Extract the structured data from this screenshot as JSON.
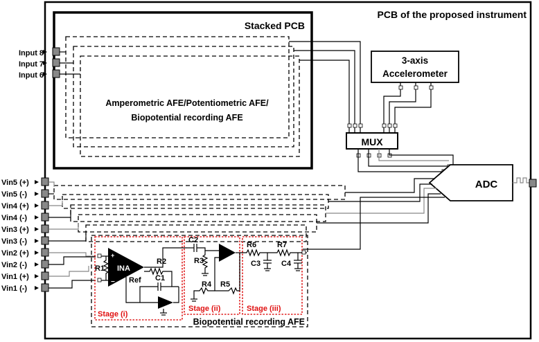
{
  "title": "PCB of the proposed instrument",
  "stacked_pcb": {
    "title": "Stacked PCB",
    "afe_lines": [
      "Amperometric AFE/Potentiometric AFE/",
      "Biopotential recording AFE"
    ]
  },
  "inputs": [
    "Input 8",
    "Input 7",
    "Input 6"
  ],
  "accelerometer": [
    "3-axis",
    "Accelerometer"
  ],
  "mux": "MUX",
  "adc": "ADC",
  "vin_labels": [
    "Vin5 (+)",
    "Vin5 (-)",
    "Vin4 (+)",
    "Vin4 (-)",
    "Vin3 (+)",
    "Vin3 (-)",
    "Vin2 (+)",
    "Vin2 (-)",
    "Vin1 (+)",
    "Vin1 (-)"
  ],
  "afe": {
    "title": "Biopotential recording AFE",
    "stages": [
      "Stage (i)",
      "Stage (ii)",
      "Stage (iii)"
    ],
    "components": {
      "ina": "INA",
      "ref": "Ref",
      "r1": "R1",
      "r2": "R2",
      "c1": "C1",
      "c2": "C2",
      "r3": "R3",
      "r4": "R4",
      "r5": "R5",
      "r6": "R6",
      "r7": "R7",
      "c3": "C3",
      "c4": "C4"
    }
  }
}
